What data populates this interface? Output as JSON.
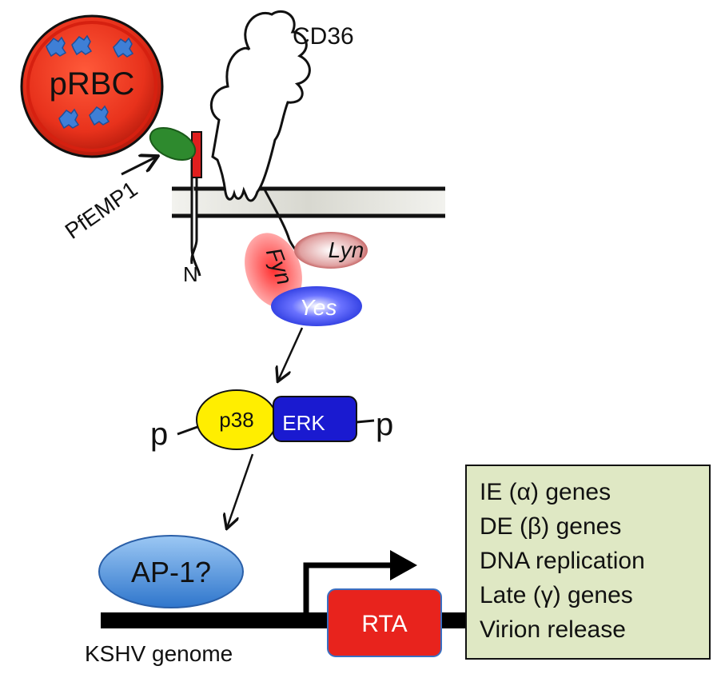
{
  "labels": {
    "prbc": "pRBC",
    "cd36": "CD36",
    "pfemp1": "PfEMP1",
    "n_terminus": "N",
    "fyn": "Fyn",
    "lyn": "Lyn",
    "yes": "Yes",
    "p38": "p38",
    "erk": "ERK",
    "phospho_left": "p",
    "phospho_right": "p",
    "ap1": "AP-1?",
    "rta": "RTA",
    "kshv_genome": "KSHV genome"
  },
  "outcomes": [
    "IE (α) genes",
    "DE (β) genes",
    "DNA replication",
    "Late (γ) genes",
    "Virion release"
  ],
  "colors": {
    "prbc_fill": "#e8321c",
    "prbc_dots": "#3f7fd6",
    "pfemp1": "#2e8a2e",
    "cd36_anchor": "#e01e1e",
    "fyn": "#f04848",
    "lyn": "#a82828",
    "yes": "#1f2fd8",
    "p38": "#ffee00",
    "erk": "#1a1ad0",
    "ap1": "#3a86d8",
    "rta": "#e8231d",
    "outcome_box": "#dfe8c4"
  }
}
